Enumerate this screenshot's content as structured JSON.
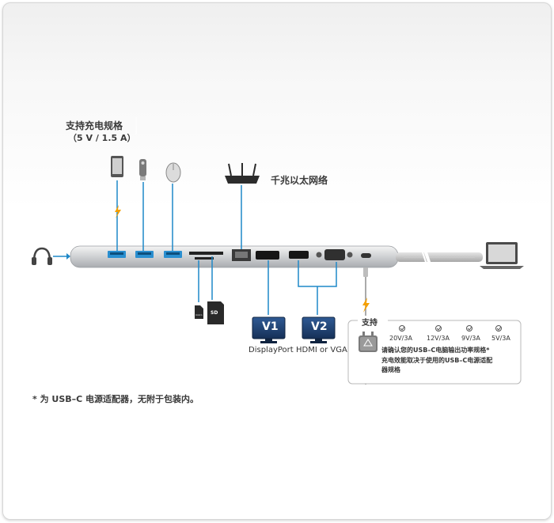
{
  "charging": {
    "title": "支持充电规格",
    "spec": "（5 V / 1.5 A）"
  },
  "ethernet_label": "千兆以太网络",
  "monitors": [
    {
      "badge": "V1",
      "label": "DisplayPort"
    },
    {
      "badge": "V2",
      "label": "HDMI or VGA"
    }
  ],
  "sd_label": "SD",
  "microsd_label": "micro",
  "power_box": {
    "title": "支持",
    "specs": [
      "20V/3A",
      "12V/3A",
      "9V/3A",
      "5V/3A"
    ],
    "note_line1": "请确认您的USB–C电脑输出功率规格*",
    "note_line2": "充电效能取决于使用的USB–C电源适配",
    "note_line3": "器规格"
  },
  "footnote": "* 为 USB–C 电源适配器，无附于包装内。",
  "colors": {
    "line": "#1e88c8",
    "bolt": "#f5a000",
    "monitor": "#1f3f6e",
    "dock": "#b9bcc0"
  }
}
